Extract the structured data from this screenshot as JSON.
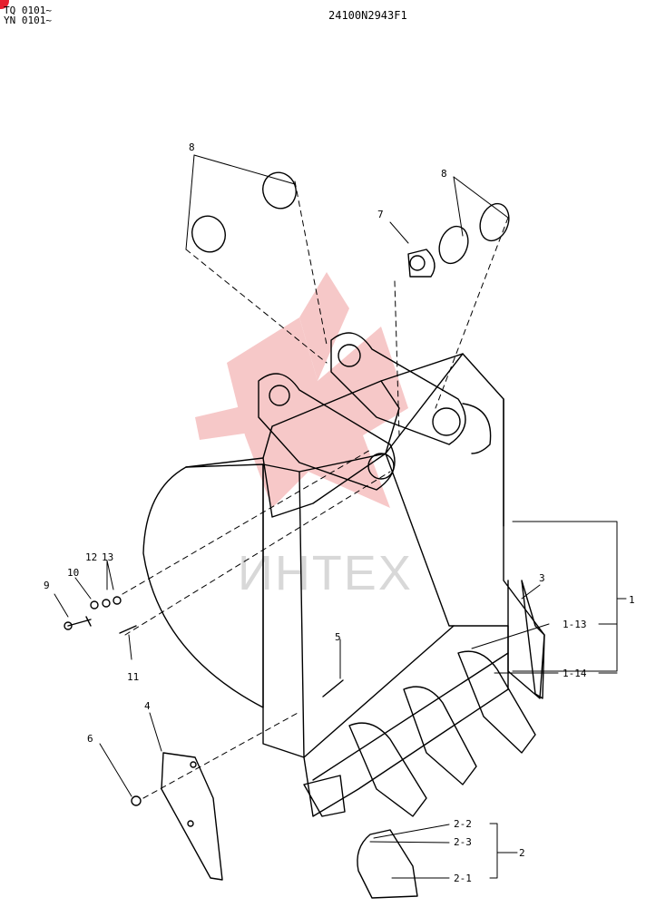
{
  "header": {
    "serial_line_1": "TQ 0101~",
    "serial_line_2": "YN 0101~",
    "drawing_number": "24100N2943F1"
  },
  "watermark": {
    "text": "ИНТЕХ",
    "color": "#f4b6b6"
  },
  "accent_color": "#e5202e",
  "callouts": {
    "c8a": "8",
    "c8b": "8",
    "c7": "7",
    "c12": "12",
    "c13": "13",
    "c10": "10",
    "c9": "9",
    "c11": "11",
    "c5": "5",
    "c4": "4",
    "c6": "6",
    "c3": "3",
    "c1": "1",
    "c1_13": "1-13",
    "c1_14": "1-14",
    "c2": "2",
    "c2_1": "2-1",
    "c2_2": "2-2",
    "c2_3": "2-3"
  }
}
